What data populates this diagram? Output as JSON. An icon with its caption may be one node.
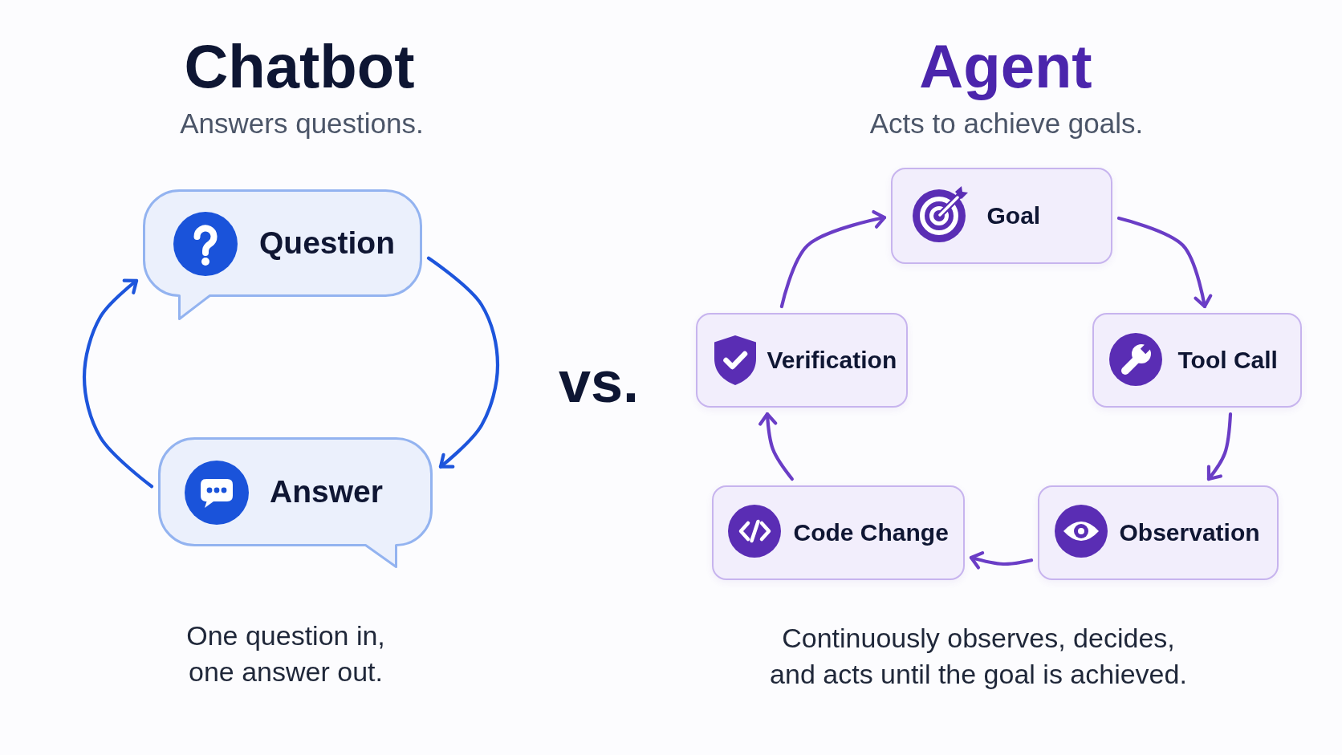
{
  "diagram": {
    "nodes": [
      {
        "text": [
          "Question"
        ]
      },
      {
        "text": [
          "Answer"
        ]
      },
      {
        "text": [
          "Goal"
        ]
      },
      {
        "text": [
          "Verification"
        ]
      },
      {
        "text": [
          "Tool Call"
        ]
      },
      {
        "text": [
          "Code Change"
        ]
      },
      {
        "text": [
          "Observation"
        ]
      }
    ],
    "edges": [
      {
        "from": 0,
        "to": 1,
        "arrow": "to",
        "color": "#1d55dc"
      },
      {
        "from": 1,
        "to": 0,
        "arrow": "to",
        "color": "#1d55dc"
      },
      {
        "from": 2,
        "to": 4,
        "arrow": "to"
      },
      {
        "from": 4,
        "to": 6,
        "arrow": "to"
      },
      {
        "from": 6,
        "to": 5,
        "arrow": "to"
      },
      {
        "from": 5,
        "to": 3,
        "arrow": "to"
      },
      {
        "from": 3,
        "to": 2,
        "arrow": "to"
      }
    ],
    "labels": [
      "Chatbot",
      "Answers questions.",
      "Agent",
      "Acts to achieve goals.",
      "vs.",
      "One question in, one answer out.",
      "Continuously observes, decides, and acts until the goal is achieved."
    ]
  }
}
